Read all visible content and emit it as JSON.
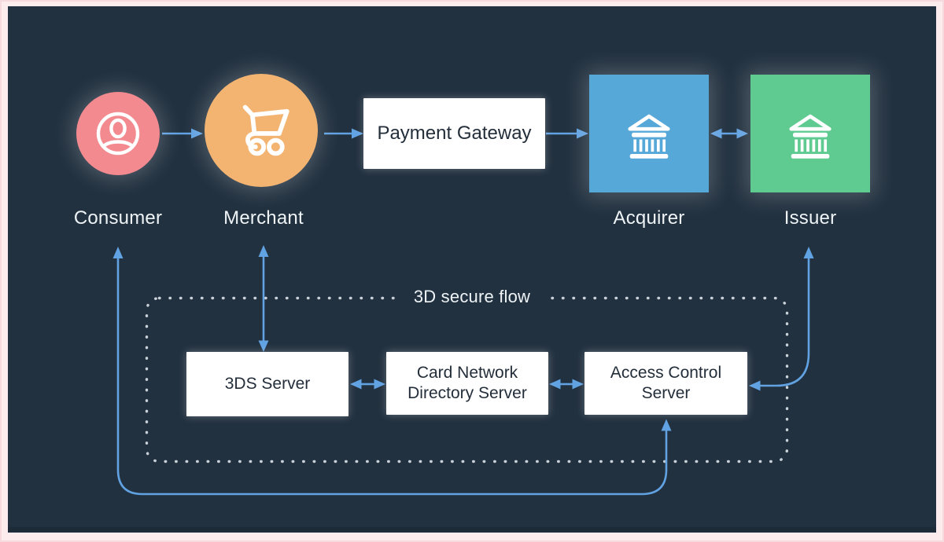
{
  "diagram": {
    "nodes": {
      "consumer": {
        "label": "Consumer",
        "icon": "person-icon",
        "color": "#f28a8f"
      },
      "merchant": {
        "label": "Merchant",
        "icon": "shopping-cart-icon",
        "color": "#f3b471"
      },
      "payment_gateway": {
        "label": "Payment Gateway",
        "color": "#ffffff"
      },
      "acquirer": {
        "label": "Acquirer",
        "icon": "bank-icon",
        "color": "#56a8d8"
      },
      "issuer": {
        "label": "Issuer",
        "icon": "bank-icon",
        "color": "#5fcb90"
      },
      "tds_server": {
        "label": "3DS Server"
      },
      "card_network_directory_server": {
        "line1": "Card Network",
        "line2": "Directory Server"
      },
      "access_control_server": {
        "line1": "Access Control",
        "line2": "Server"
      }
    },
    "group": {
      "label": "3D secure flow"
    },
    "connections": [
      {
        "from": "consumer",
        "to": "merchant",
        "direction": "one-way"
      },
      {
        "from": "merchant",
        "to": "payment_gateway",
        "direction": "one-way"
      },
      {
        "from": "payment_gateway",
        "to": "acquirer",
        "direction": "one-way"
      },
      {
        "from": "acquirer",
        "to": "issuer",
        "direction": "two-way"
      },
      {
        "from": "merchant",
        "to": "tds_server",
        "direction": "two-way"
      },
      {
        "from": "tds_server",
        "to": "card_network_directory_server",
        "direction": "two-way"
      },
      {
        "from": "card_network_directory_server",
        "to": "access_control_server",
        "direction": "two-way"
      },
      {
        "from": "issuer",
        "to": "access_control_server",
        "direction": "two-way"
      },
      {
        "from": "consumer",
        "to": "access_control_server",
        "direction": "two-way"
      }
    ],
    "colors": {
      "canvas_background": "#223140",
      "frame_border": "#fcecee",
      "connector_blue": "#61a2e2",
      "dotted_border": "#c8d1d8",
      "box_text": "#232e3a",
      "label_text": "#eef3f6"
    }
  }
}
